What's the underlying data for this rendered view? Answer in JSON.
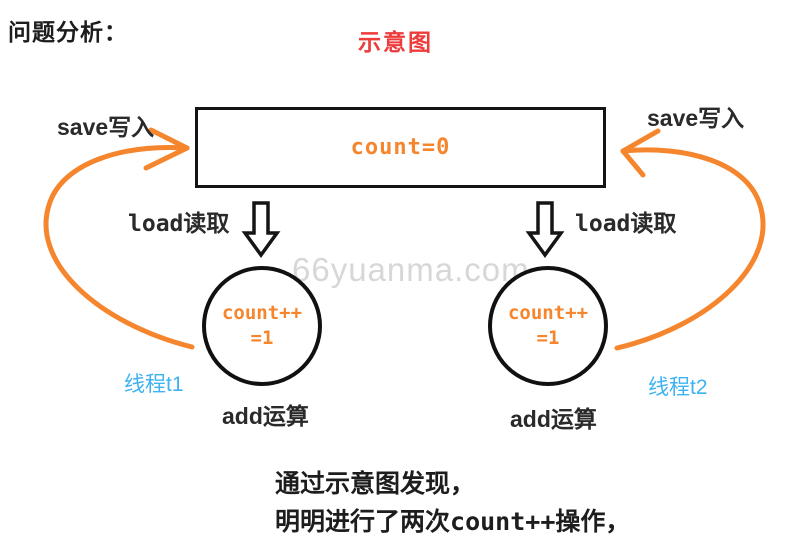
{
  "colors": {
    "orange": "#f5862e",
    "red": "#ee3b3b",
    "blue": "#3fb3f2",
    "ink": "#1d1d1d",
    "watermark_gray": "#d7d7d7"
  },
  "header": {
    "problem_label": "问题分析：",
    "diagram_title": "示意图"
  },
  "memory_box": {
    "value": "count=0"
  },
  "labels": {
    "save_left_en": "save",
    "save_left_cn": "写入",
    "save_right_en": "save",
    "save_right_cn": "写入",
    "load_left_en": "load",
    "load_left_cn": "读取",
    "load_right_en": "load",
    "load_right_cn": "读取",
    "add_left_en": "add",
    "add_left_cn": "运算",
    "add_right_en": "add",
    "add_right_cn": "运算",
    "thread_left": "线程t1",
    "thread_right": "线程t2"
  },
  "circles": {
    "left_line1": "count++",
    "left_line2": "=1",
    "right_line1": "count++",
    "right_line2": "=1"
  },
  "watermark": "66yuanma.com",
  "conclusion": {
    "line1": "通过示意图发现，",
    "line2_pre": "明明进行了两次",
    "line2_code": "count++",
    "line2_post": "操作，"
  }
}
